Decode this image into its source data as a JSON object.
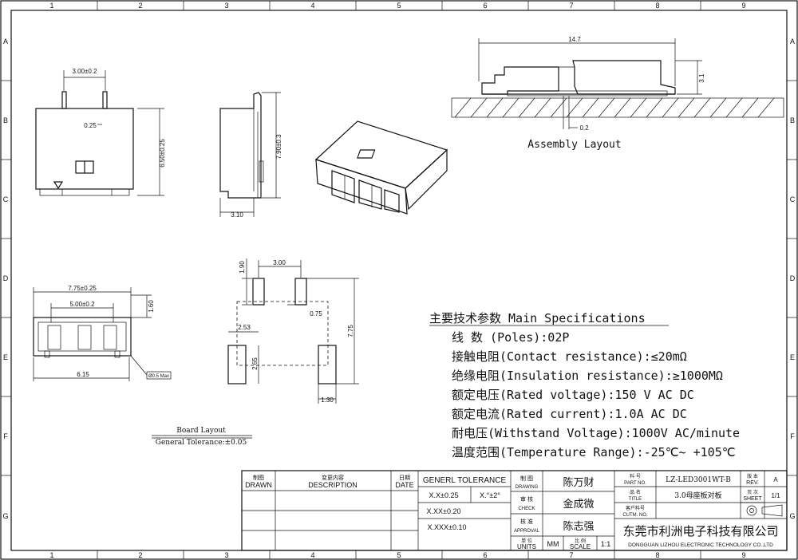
{
  "frame": {
    "cols": [
      "1",
      "2",
      "3",
      "4",
      "5",
      "6",
      "7",
      "8",
      "9"
    ],
    "rows": [
      "A",
      "B",
      "C",
      "D",
      "E",
      "F",
      "G"
    ]
  },
  "dims": {
    "front_pitch": "3.00±0.2",
    "front_pin": "0.25",
    "front_height": "6.50±0.25",
    "side_height": "7.90±0.3",
    "side_width": "3.10",
    "assy_length": "14.7",
    "assy_height": "3.1",
    "assy_gap": "0.2",
    "top_width": "7.75±0.25",
    "top_pitch": "5.00±0.2",
    "top_height": "1.60",
    "top_bottom": "6.15",
    "top_tag": "Ø0.5 Max",
    "pad_h": "1.90",
    "pad_pitch": "3.00",
    "pad_gap": "0.75",
    "pad_off": "2.53",
    "pad_total": "7.75",
    "pad_len": "2.65",
    "pad_w": "1.30"
  },
  "labels": {
    "assembly": "Assembly Layout",
    "board": "Board Layout",
    "tolerance": "General Tolerance:±0.05"
  },
  "specs": {
    "title": "主要技术参数 Main Specifications",
    "lines": [
      "线     数 (Poles):02P",
      "接触电阻(Contact resistance):≤20mΩ",
      "绝缘电阻(Insulation resistance):≥1000MΩ",
      "额定电压(Rated voltage):150 V AC DC",
      "额定电流(Rated current):1.0A AC DC",
      "耐电压(Withstand Voltage):1000V AC/minute",
      "温度范围(Temperature Range):-25℃~ +105℃"
    ]
  },
  "titleblock": {
    "drawn_cn": "制图",
    "drawn_en": "DRAWN",
    "desc_cn": "变更内容",
    "desc_en": "DESCRIPTION",
    "date_cn": "日期",
    "date_en": "DATE",
    "gen_tol": "GENERL TOLERANCE",
    "tol1": "X.X±0.25",
    "tol1b": "X.°±2°",
    "tol2": "X.XX±0.20",
    "tol3": "X.XXX±0.10",
    "drawing_cn": "制 图",
    "drawing_en": "DRAWING",
    "drawing_name": "陈万财",
    "check_cn": "审 核",
    "check_en": "CHECK",
    "check_name": "金成微",
    "approval_cn": "核 准",
    "approval_en": "APPROVAL",
    "approval_name": "陈志强",
    "units_cn": "单 位",
    "units_en": "UNITS",
    "units_val": "MM",
    "scale_cn": "比 例",
    "scale_en": "SCALE",
    "scale_val": "1:1",
    "partno_cn": "料 号",
    "partno_en": "PART NO.",
    "partno_val": "LZ-LED3001WT-B",
    "title_cn": "品 名",
    "title_en": "TITLE",
    "title_val": "3.0母座板对板",
    "cust_cn": "客户料号",
    "cust_en": "CUTM. NO.",
    "rev_cn": "版 本",
    "rev_en": "REV.",
    "rev_val": "A",
    "sheet_cn": "页 次",
    "sheet_en": "SHEET",
    "sheet_val": "1/1",
    "company_cn": "东莞市利洲电子科技有限公司",
    "company_en": "DONGGUAN LIZHOU ELECTRONIC TECHNOLOGY CO.,LTD"
  }
}
